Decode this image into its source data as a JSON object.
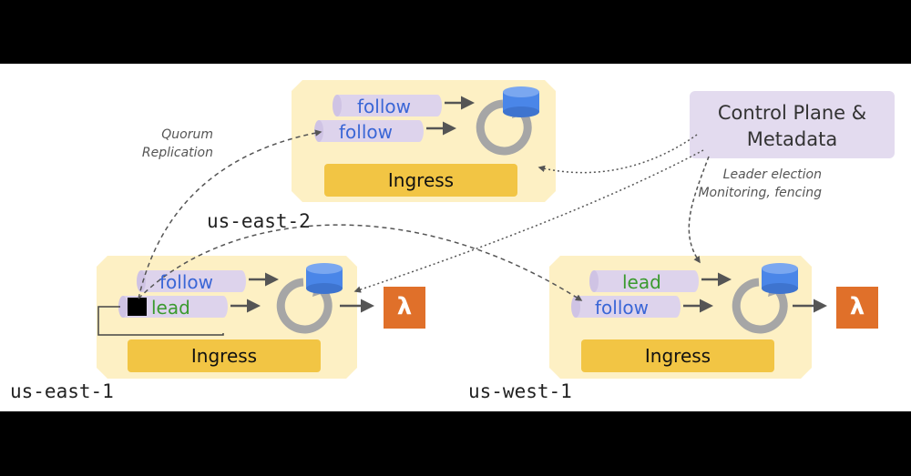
{
  "colors": {
    "region_fill": "#fdf0c4",
    "ingress_fill": "#f2c544",
    "stream_fill": "#ddd3ec",
    "follow_text": "#3a66d6",
    "lead_text": "#3a9a2e",
    "control_plane_fill": "#e3dbef",
    "lambda_fill": "#e0702a",
    "db_fill": "#4a86e8",
    "loop_gray": "#a6a6a6"
  },
  "regions": {
    "us_east_2": {
      "name": "us-east-2",
      "stream_top": "follow",
      "stream_bottom": "follow",
      "ingress": "Ingress"
    },
    "us_east_1": {
      "name": "us-east-1",
      "stream_top": "follow",
      "stream_bottom": "lead",
      "ingress": "Ingress"
    },
    "us_west_1": {
      "name": "us-west-1",
      "stream_top": "lead",
      "stream_bottom": "follow",
      "ingress": "Ingress"
    }
  },
  "control_plane": {
    "line1": "Control Plane &",
    "line2": "Metadata"
  },
  "annotations": {
    "quorum_line1": "Quorum",
    "quorum_line2": "Replication",
    "leader_line1": "Leader election",
    "leader_line2": "Monitoring, fencing"
  },
  "icons": {
    "lambda": "λ"
  }
}
